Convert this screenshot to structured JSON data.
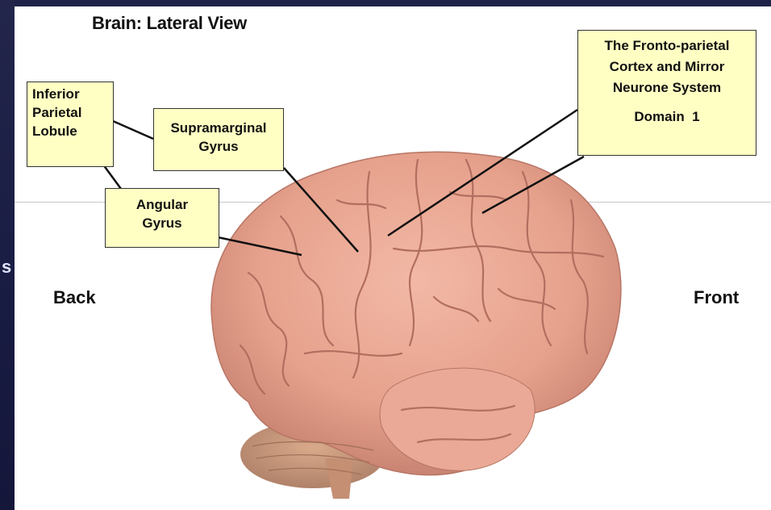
{
  "title": "Brain: Lateral View",
  "orientation": {
    "back": "Back",
    "front": "Front"
  },
  "labels": {
    "inferior_parietal": [
      "Inferior",
      "Parietal",
      "Lobule"
    ],
    "supramarginal": [
      "Supramarginal",
      "Gyrus"
    ],
    "angular": [
      "Angular",
      "Gyrus"
    ],
    "fronto_parietal": [
      "The Fronto-parietal",
      "Cortex and Mirror",
      "Neurone System"
    ],
    "domain": "Domain  1"
  },
  "side_glyph": "s",
  "colors": {
    "label_fill": "#ffffc4",
    "brain": "#e8a592",
    "cerebellum": "#c99a7e",
    "frame": "#1a1c3c"
  }
}
